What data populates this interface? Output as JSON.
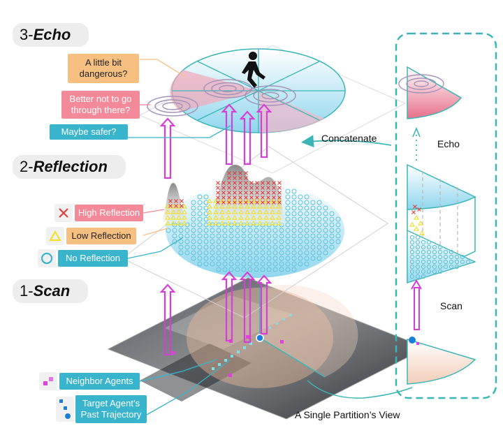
{
  "stages": {
    "echo": {
      "num": "3-",
      "name": "Echo"
    },
    "reflection": {
      "num": "2-",
      "name": "Reflection"
    },
    "scan": {
      "num": "1-",
      "name": "Scan"
    }
  },
  "echo_callouts": {
    "dangerous": "A little bit dangerous?",
    "better_not": "Better not to go through there?",
    "safer": "Maybe safer?"
  },
  "legend": {
    "high": "High Reflection",
    "low": "Low Reflection",
    "none": "No Reflection"
  },
  "scan_callouts": {
    "neighbor": "Neighbor Agents",
    "target": "Target Agent’s Past Trajectory"
  },
  "partition": {
    "concatenate": "Concatenate",
    "echo": "Echo",
    "scan": "Scan",
    "caption": "A Single Partition’s View"
  },
  "colors": {
    "magenta": "#d63fd6",
    "teal": "#3bb6b6",
    "cyan": "#38b4cc",
    "pink": "#f48a99",
    "orange": "#f7bf80"
  },
  "icons": [
    "walking-person-icon",
    "cross-icon",
    "triangle-icon",
    "circle-icon",
    "neighbor-agents-icon",
    "trajectory-icon"
  ]
}
